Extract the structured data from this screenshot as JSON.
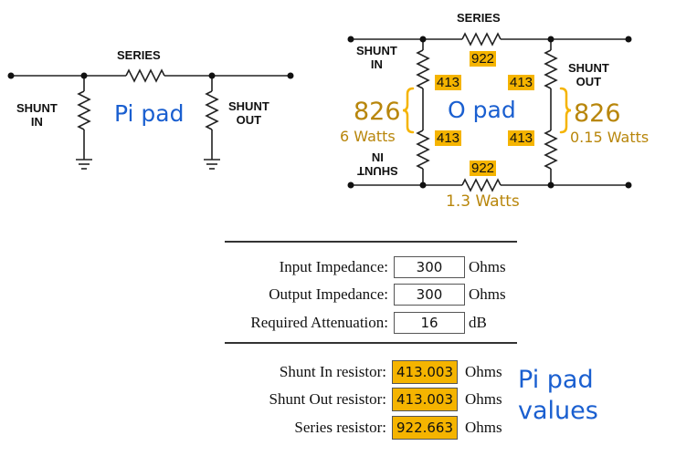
{
  "pi_diagram": {
    "series_label": "SERIES",
    "shunt_in_label_1": "SHUNT",
    "shunt_in_label_2": "IN",
    "shunt_out_label_1": "SHUNT",
    "shunt_out_label_2": "OUT",
    "title": "Pi pad"
  },
  "o_diagram": {
    "series_label": "SERIES",
    "shunt_in_label_1": "SHUNT",
    "shunt_in_label_2": "IN",
    "shunt_out_label_1": "SHUNT",
    "shunt_out_label_2": "OUT",
    "mirrored_label_1": "IN",
    "mirrored_label_2": "SHUNT",
    "title": "O pad",
    "top_series_value": "922",
    "bottom_series_value": "922",
    "shunt_values": [
      "413",
      "413",
      "413",
      "413"
    ],
    "left_total": "826",
    "left_watts": "6 Watts",
    "right_total": "826",
    "right_watts": "0.15 Watts",
    "bottom_watts": "1.3 Watts"
  },
  "form": {
    "input_impedance": {
      "label": "Input Impedance:",
      "value": "300",
      "unit": "Ohms"
    },
    "output_impedance": {
      "label": "Output Impedance:",
      "value": "300",
      "unit": "Ohms"
    },
    "attenuation": {
      "label": "Required Attenuation:",
      "value": "16",
      "unit": "dB"
    }
  },
  "results": {
    "shunt_in": {
      "label": "Shunt In resistor:",
      "value": "413.003",
      "unit": "Ohms"
    },
    "shunt_out": {
      "label": "Shunt Out resistor:",
      "value": "413.003",
      "unit": "Ohms"
    },
    "series": {
      "label": "Series resistor:",
      "value": "922.663",
      "unit": "Ohms"
    },
    "note_line_1": "Pi pad",
    "note_line_2": "values"
  },
  "colors": {
    "accent_blue": "#1a5fd0",
    "gold": "#b8860b",
    "badge": "#f5b400"
  }
}
